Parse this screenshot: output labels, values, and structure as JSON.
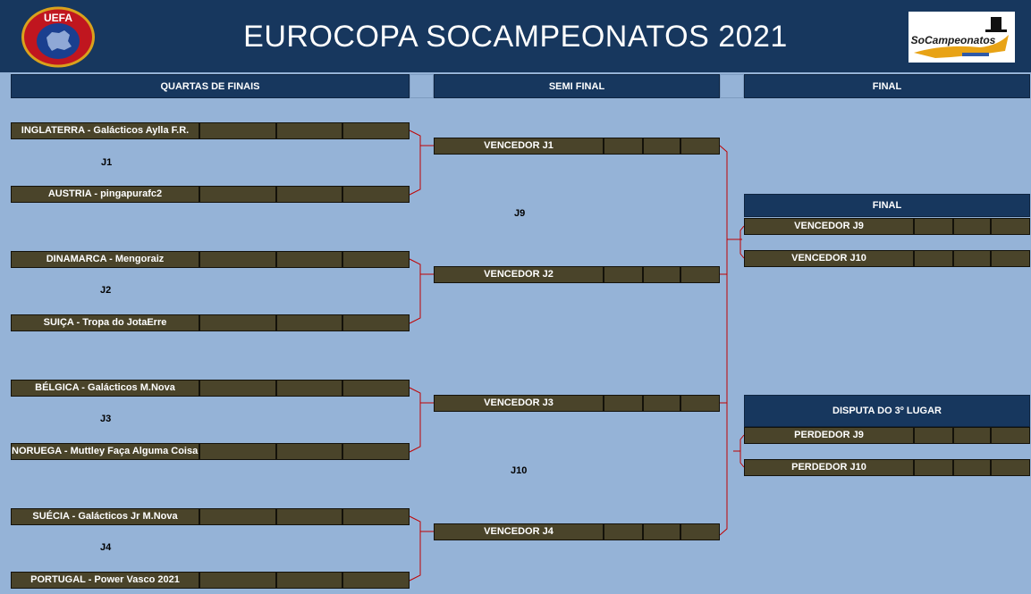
{
  "header": {
    "title": "EUROCOPA SOCAMPEONATOS 2021",
    "left_logo_text": "UEFA",
    "right_logo_text": "SoCampeonatos"
  },
  "columns": {
    "quarter": "QUARTAS DE FINAIS",
    "semi": "SEMI FINAL",
    "final": "FINAL"
  },
  "quarterfinals": [
    {
      "label": "J1",
      "home": "INGLATERRA - Galácticos Aylla F.R.",
      "away": "AUSTRIA - pingapurafc2"
    },
    {
      "label": "J2",
      "home": "DINAMARCA - Mengoraiz",
      "away": "SUIÇA - Tropa do JotaErre"
    },
    {
      "label": "J3",
      "home": "BÉLGICA - Galácticos M.Nova",
      "away": "NORUEGA  - Muttley Faça Alguma Coisa"
    },
    {
      "label": "J4",
      "home": "SUÉCIA - Galácticos Jr M.Nova",
      "away": "PORTUGAL - Power Vasco 2021"
    }
  ],
  "semifinals": {
    "rows": [
      "VENCEDOR J1",
      "VENCEDOR J2",
      "VENCEDOR J3",
      "VENCEDOR J4"
    ],
    "labels": [
      "J9",
      "J10"
    ]
  },
  "final": {
    "heading": "FINAL",
    "rows": [
      "VENCEDOR J9",
      "VENCEDOR J10"
    ]
  },
  "third_place": {
    "heading": "DISPUTA DO 3º LUGAR",
    "rows": [
      "PERDEDOR J9",
      "PERDEDOR J10"
    ]
  },
  "colors": {
    "background": "#95b3d7",
    "navy": "#17375e",
    "row_fill": "#4a442a",
    "connector": "#c00000"
  }
}
